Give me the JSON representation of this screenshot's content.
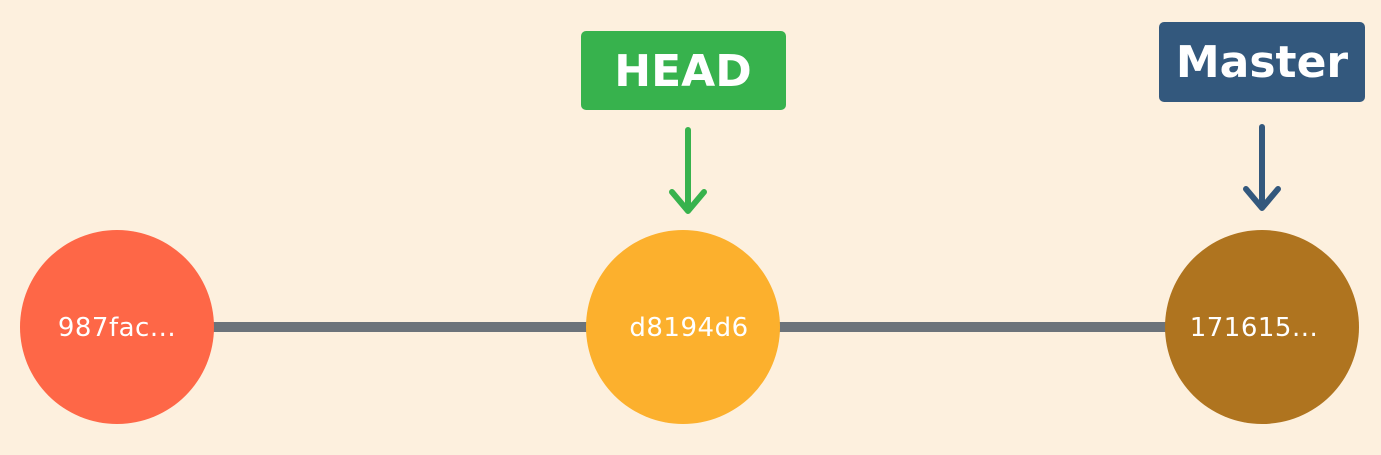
{
  "colors": {
    "background": "#fdf0de",
    "timeline": "#6c737a",
    "head": "#37b24d",
    "master": "#33587d"
  },
  "commits": [
    {
      "id": "commit-1",
      "label": "987fac...",
      "color": "#fe6747"
    },
    {
      "id": "commit-2",
      "label": "d8194d6",
      "color": "#fcb02d"
    },
    {
      "id": "commit-3",
      "label": "171615...",
      "color": "#af741f"
    }
  ],
  "refs": {
    "head": {
      "label": "HEAD",
      "points_to": "commit-2",
      "color": "#37b24d",
      "arrow_icon": "arrow-down-icon"
    },
    "master": {
      "label": "Master",
      "points_to": "commit-3",
      "color": "#33587d",
      "arrow_icon": "arrow-down-icon"
    }
  }
}
